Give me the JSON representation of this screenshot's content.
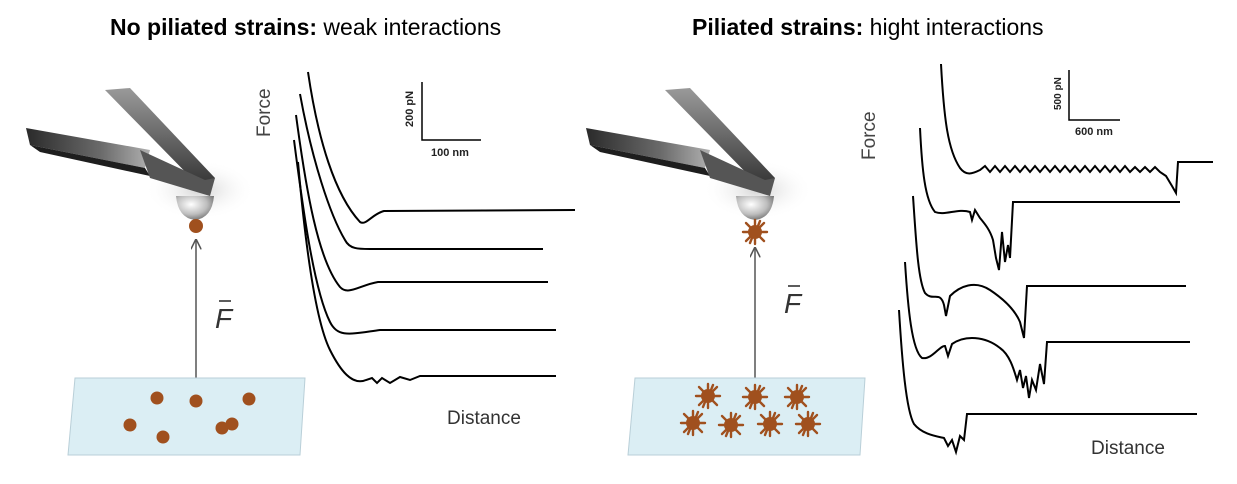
{
  "left_panel": {
    "title_bold": "No piliated strains:",
    "title_rest": " weak interactions",
    "force_label": "Force",
    "distance_label": "Distance",
    "force_vector_label": "F",
    "scale_y": "200 pN",
    "scale_x": "100 nm"
  },
  "right_panel": {
    "title_bold": "Piliated strains:",
    "title_rest": " hight interactions",
    "force_label": "Force",
    "distance_label": "Distance",
    "force_vector_label": "F",
    "scale_y": "500 pN",
    "scale_x": "600 nm"
  },
  "colors": {
    "bacteria": "#a0501e",
    "substrate_fill": "#dbeef4",
    "substrate_stroke": "#b9cfd8",
    "curve": "#000000",
    "arrow": "#555555"
  }
}
